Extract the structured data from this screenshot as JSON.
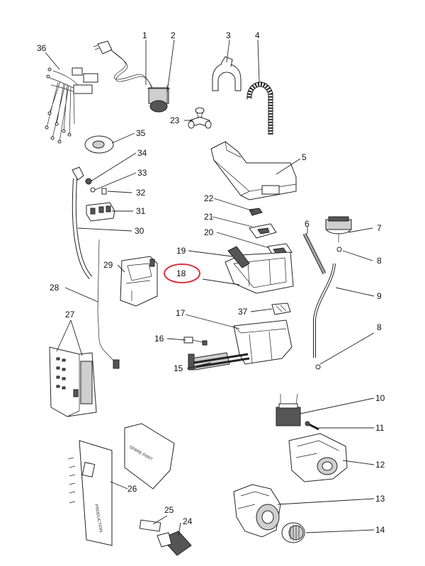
{
  "diagram": {
    "highlight_color": "#d9363e",
    "line_color": "#222222",
    "callouts": [
      {
        "id": "1",
        "label": "1"
      },
      {
        "id": "2",
        "label": "2"
      },
      {
        "id": "3",
        "label": "3"
      },
      {
        "id": "4",
        "label": "4"
      },
      {
        "id": "5",
        "label": "5"
      },
      {
        "id": "6",
        "label": "6"
      },
      {
        "id": "7",
        "label": "7"
      },
      {
        "id": "8a",
        "label": "8"
      },
      {
        "id": "8b",
        "label": "8"
      },
      {
        "id": "9",
        "label": "9"
      },
      {
        "id": "10",
        "label": "10"
      },
      {
        "id": "11",
        "label": "11"
      },
      {
        "id": "12",
        "label": "12"
      },
      {
        "id": "13",
        "label": "13"
      },
      {
        "id": "14",
        "label": "14"
      },
      {
        "id": "15",
        "label": "15"
      },
      {
        "id": "16",
        "label": "16"
      },
      {
        "id": "17",
        "label": "17"
      },
      {
        "id": "18",
        "label": "18"
      },
      {
        "id": "19",
        "label": "19"
      },
      {
        "id": "20",
        "label": "20"
      },
      {
        "id": "21",
        "label": "21"
      },
      {
        "id": "22",
        "label": "22"
      },
      {
        "id": "23",
        "label": "23"
      },
      {
        "id": "24",
        "label": "24"
      },
      {
        "id": "25",
        "label": "25"
      },
      {
        "id": "26",
        "label": "26"
      },
      {
        "id": "27",
        "label": "27"
      },
      {
        "id": "28",
        "label": "28"
      },
      {
        "id": "29",
        "label": "29"
      },
      {
        "id": "30",
        "label": "30"
      },
      {
        "id": "31",
        "label": "31"
      },
      {
        "id": "32",
        "label": "32"
      },
      {
        "id": "33",
        "label": "33"
      },
      {
        "id": "34",
        "label": "34"
      },
      {
        "id": "35",
        "label": "35"
      },
      {
        "id": "36",
        "label": "36"
      },
      {
        "id": "37",
        "label": "37"
      }
    ],
    "highlighted_callout": "18",
    "sheet_texts": {
      "spare_part": "SPARE PART",
      "production": "PRODUCTION"
    }
  }
}
